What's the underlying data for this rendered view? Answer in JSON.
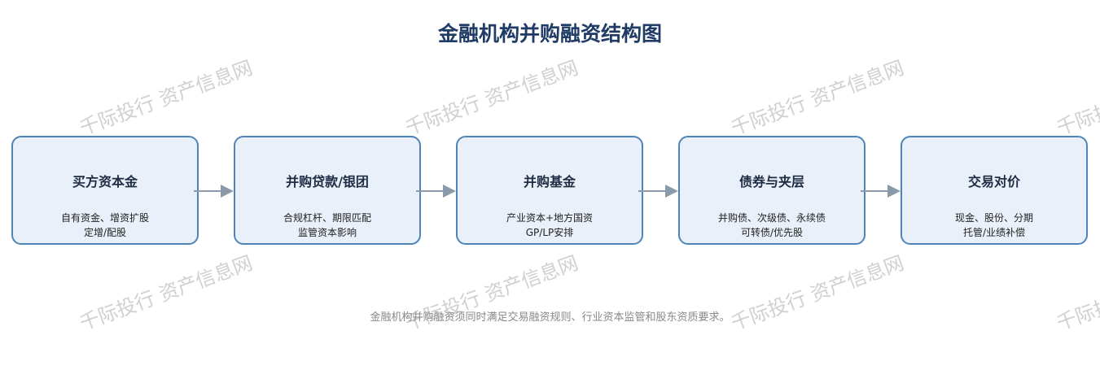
{
  "title": "金融机构并购融资结构图",
  "boxes": [
    {
      "title": "买方资本金",
      "line1": "自有资金、增资扩股",
      "line2": "定增/配股"
    },
    {
      "title": "并购贷款/银团",
      "line1": "合规杠杆、期限匹配",
      "line2": "监管资本影响"
    },
    {
      "title": "并购基金",
      "line1": "产业资本+地方国资",
      "line2": "GP/LP安排"
    },
    {
      "title": "债券与夹层",
      "line1": "并购债、次级债、永续债",
      "line2": "可转债/优先股"
    },
    {
      "title": "交易对价",
      "line1": "现金、股份、分期",
      "line2": "托管/业绩补偿"
    }
  ],
  "note": "金融机构并购融资须同时满足交易融资规则、行业资本监管和股东资质要求。",
  "watermark": "千际投行 资产信息网",
  "colors": {
    "title": "#1f3b66",
    "box_border": "#4f84b9",
    "box_fill": "#e9f0fa",
    "arrow": "#8a9aaa"
  }
}
